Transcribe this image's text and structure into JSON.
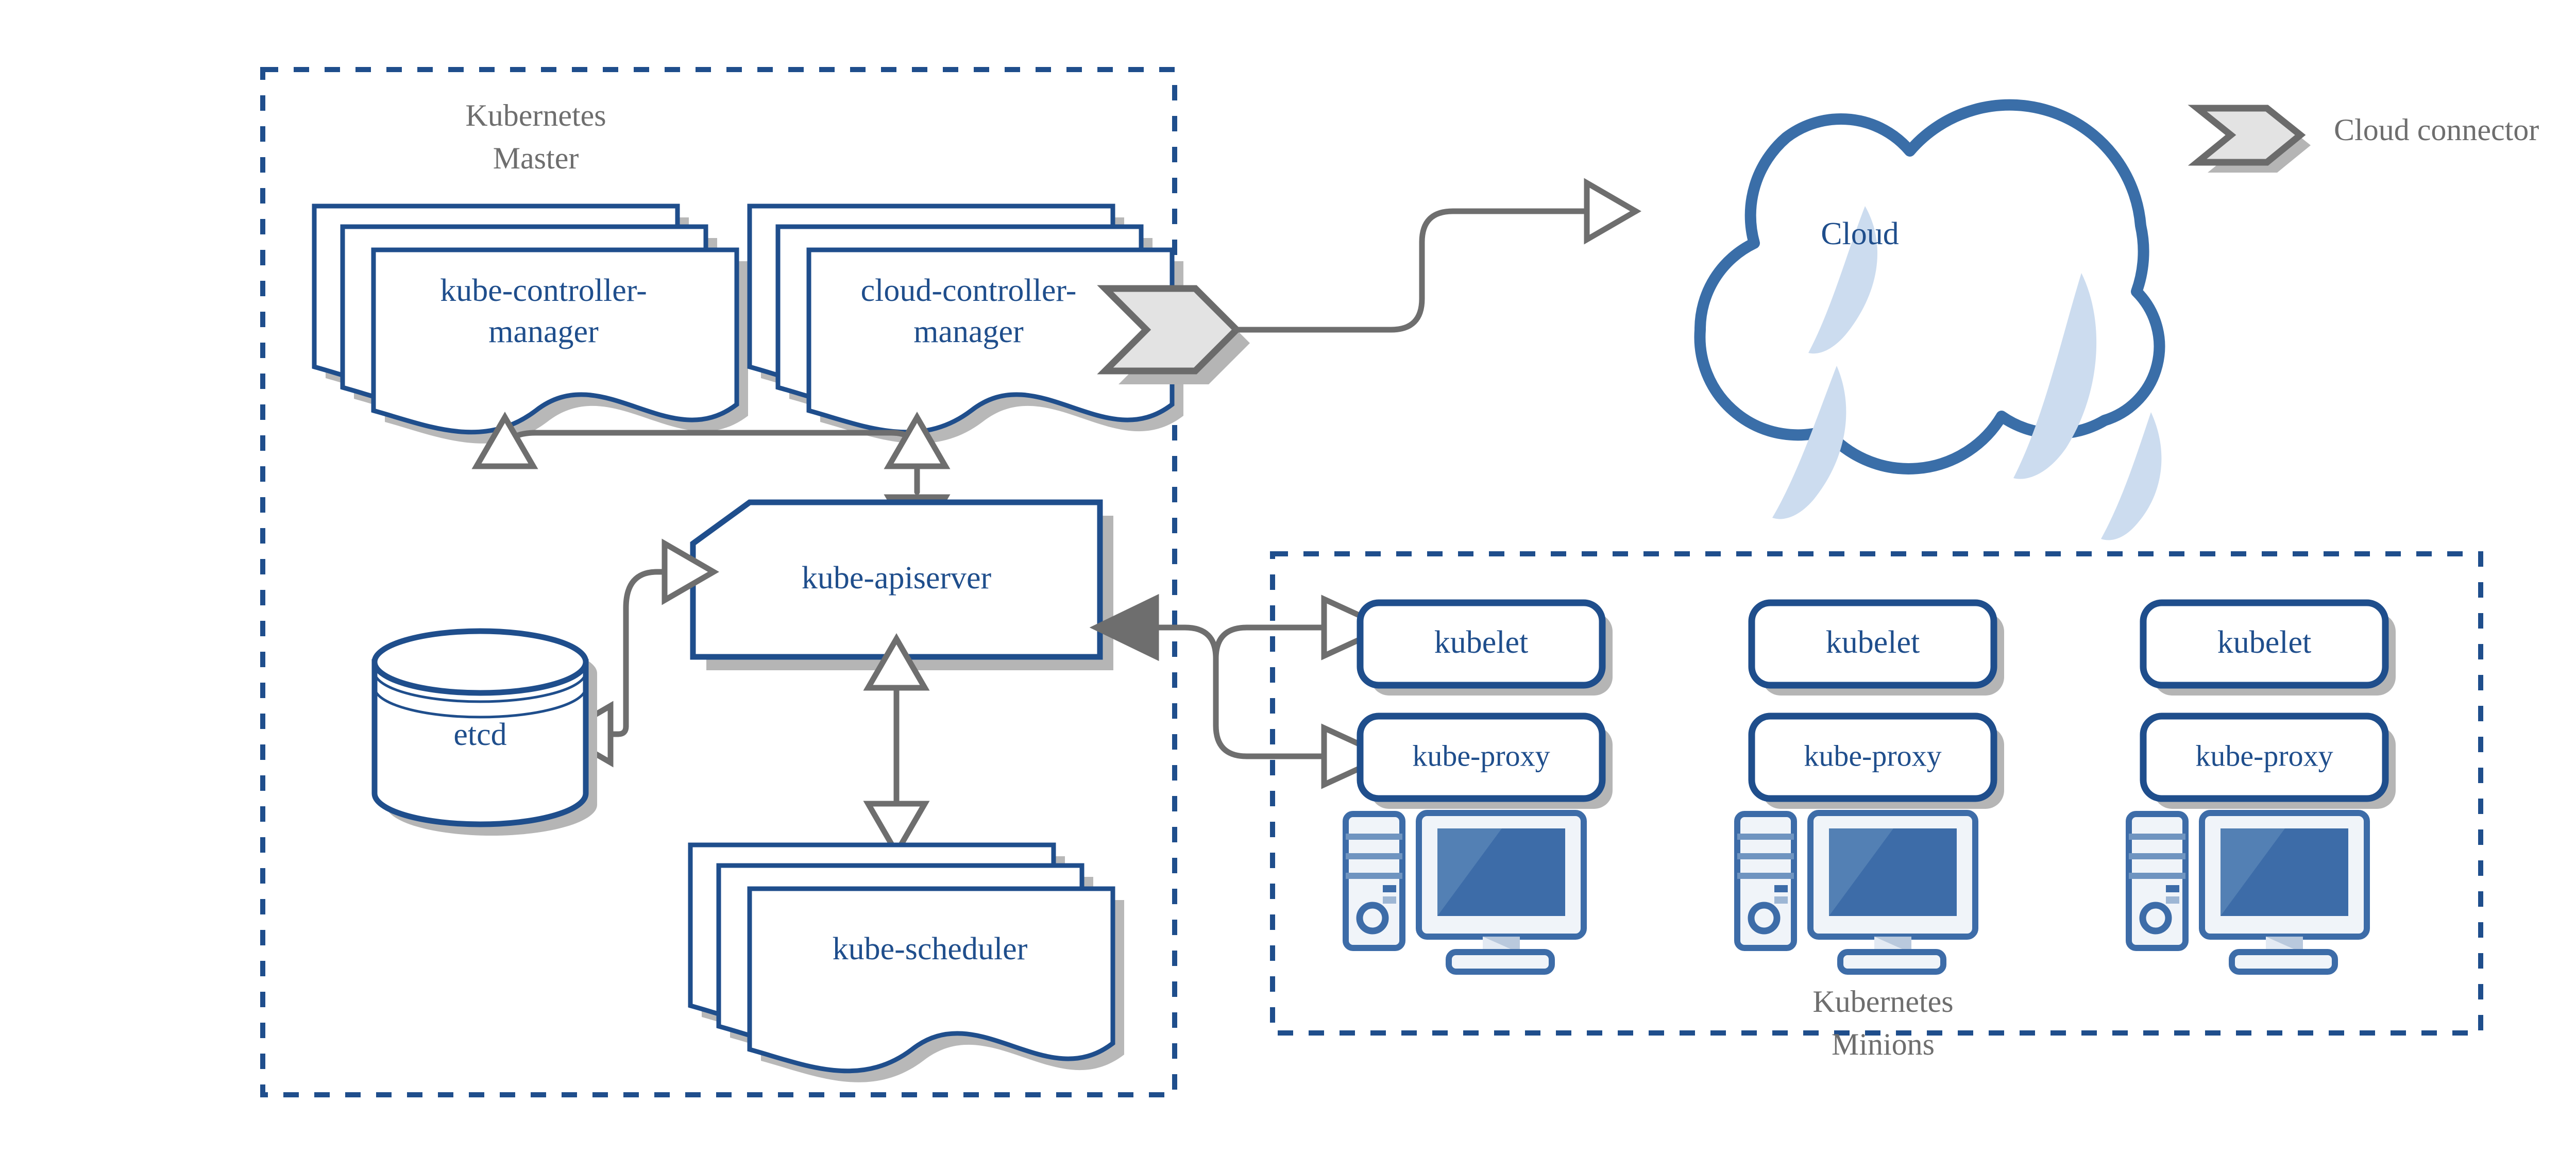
{
  "diagram": {
    "title_master": "Kubernetes\nMaster",
    "master_group_label_line1": "Kubernetes",
    "master_group_label_line2": "Master",
    "minions_group_label_line1": "Kubernetes",
    "minions_group_label_line2": "Minions",
    "legend": {
      "cloud_connector_label": "Cloud connector",
      "icon": "chevron-connector-icon"
    },
    "colors": {
      "node_blue": "#1f4e8c",
      "cloud_blue": "#3a6ea8",
      "cloud_highlight": "#ccdcef",
      "connector_gray": "#6e6e6e",
      "shadow_gray": "#b5b5b5",
      "group_label_gray": "#6e6e6e",
      "dash_border_blue": "#1f4e8c",
      "chevron_fill": "#e3e3e3",
      "chevron_stroke": "#6b6b6b",
      "pc_blue": "#3d6ca8",
      "pc_light": "#f0f4f9"
    },
    "master": {
      "nodes": [
        {
          "id": "kube-controller-manager",
          "label_line1": "kube-controller-",
          "label_line2": "manager",
          "shape": "document-stack"
        },
        {
          "id": "cloud-controller-manager",
          "label_line1": "cloud-controller-",
          "label_line2": "manager",
          "shape": "document-stack"
        },
        {
          "id": "kube-apiserver",
          "label_line1": "kube-apiserver",
          "label_line2": "",
          "shape": "cut-corner-rect"
        },
        {
          "id": "etcd",
          "label_line1": "etcd",
          "label_line2": "",
          "shape": "cylinder"
        },
        {
          "id": "kube-scheduler",
          "label_line1": "kube-scheduler",
          "label_line2": "",
          "shape": "document-stack"
        }
      ]
    },
    "cloud": {
      "label": "Cloud",
      "shape": "cloud"
    },
    "minions": [
      {
        "index": 1,
        "kubelet_label": "kubelet",
        "kube_proxy_label": "kube-proxy",
        "computer_icon": "desktop-computer-icon"
      },
      {
        "index": 2,
        "kubelet_label": "kubelet",
        "kube_proxy_label": "kube-proxy",
        "computer_icon": "desktop-computer-icon"
      },
      {
        "index": 3,
        "kubelet_label": "kubelet",
        "kube_proxy_label": "kube-proxy",
        "computer_icon": "desktop-computer-icon"
      }
    ],
    "connections": [
      {
        "from": "kube-apiserver",
        "to": "kube-controller-manager",
        "style": "open-arrow"
      },
      {
        "from": "kube-apiserver",
        "to": "cloud-controller-manager",
        "style": "open-arrow"
      },
      {
        "from": "kube-apiserver",
        "to": "etcd",
        "style": "bidirectional-open-arrow"
      },
      {
        "from": "kube-apiserver",
        "to": "kube-scheduler",
        "style": "bidirectional-open-arrow"
      },
      {
        "from": "kube-apiserver",
        "to": "kubelet",
        "style": "open-arrow"
      },
      {
        "from": "kube-apiserver",
        "to": "kube-proxy",
        "style": "open-arrow"
      },
      {
        "from": "cloud-controller-manager",
        "to": "Cloud",
        "style": "open-arrow"
      }
    ]
  }
}
